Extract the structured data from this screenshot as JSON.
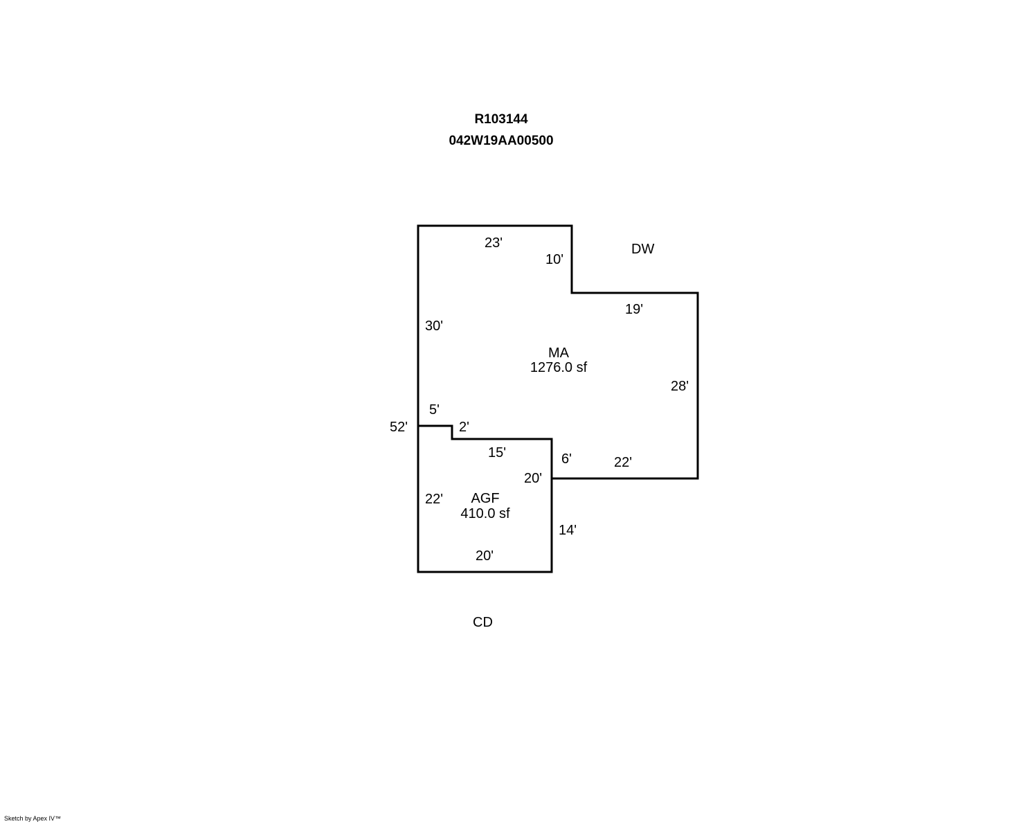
{
  "header": {
    "account": "R103144",
    "map_taxlot": "042W19AA00500"
  },
  "areas": {
    "main": {
      "code": "MA",
      "area": "1276.0 sf"
    },
    "garage": {
      "code": "AGF",
      "area": "410.0 sf"
    }
  },
  "labels": {
    "north_note": "DW",
    "south_note": "CD"
  },
  "dimensions": {
    "ma_top": "23'",
    "ma_notch_right": "10'",
    "ma_notch_bottom": "19'",
    "ma_left": "30'",
    "ma_right": "28'",
    "ma_bottom": "22'",
    "total_left": "52'",
    "step_top": "5'",
    "step_side": "2'",
    "agf_top": "15'",
    "agf_right_upper": "6'",
    "agf_right": "20'",
    "agf_left": "22'",
    "agf_right_lower": "14'",
    "agf_bottom": "20'"
  },
  "footer": {
    "credit": "Sketch by Apex IV™"
  }
}
